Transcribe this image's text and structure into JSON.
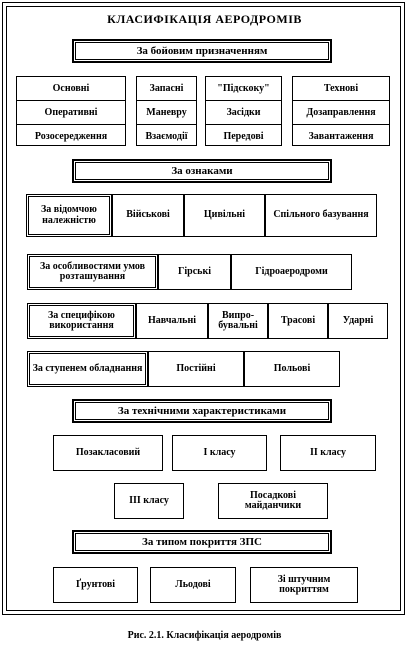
{
  "title": "КЛАСИФІКАЦІЯ АЕРОДРОМІВ",
  "sections": {
    "purpose": "За бойовим призначенням",
    "features": "За ознаками",
    "technical": "За технічними характеристиками",
    "coating": "За типом покриття ЗПС"
  },
  "purpose_groups": [
    [
      "Основні",
      "Оперативні",
      "Розосередження"
    ],
    [
      "Запасні",
      "Маневру",
      "Взаємодії"
    ],
    [
      "\"Підскоку\"",
      "Засідки",
      "Передові"
    ],
    [
      "Технові",
      "Дозаправлення",
      "Завантаження"
    ]
  ],
  "features_rows": {
    "ownership": {
      "header": "За відомчою належністю",
      "items": [
        "Військові",
        "Цивільні",
        "Спільного базування"
      ]
    },
    "placement": {
      "header": "За особливостями умов розташування",
      "items": [
        "Гірські",
        "Гідроаеродроми"
      ]
    },
    "usage": {
      "header": "За специфікою використання",
      "items": [
        "Навчальні",
        "Випро-бувальні",
        "Трасові",
        "Ударні"
      ]
    },
    "equipment": {
      "header": "За ступенем обладнання",
      "items": [
        "Постійні",
        "Польові"
      ]
    }
  },
  "technical_items": [
    "Позакласовий",
    "I класу",
    "II класу",
    "III класу",
    "Посадкові майданчики"
  ],
  "coating_items": [
    "Ґрунтові",
    "Льодові",
    "Зі штучним покриттям"
  ],
  "caption": "Рис. 2.1. Класифікація аеродромів"
}
